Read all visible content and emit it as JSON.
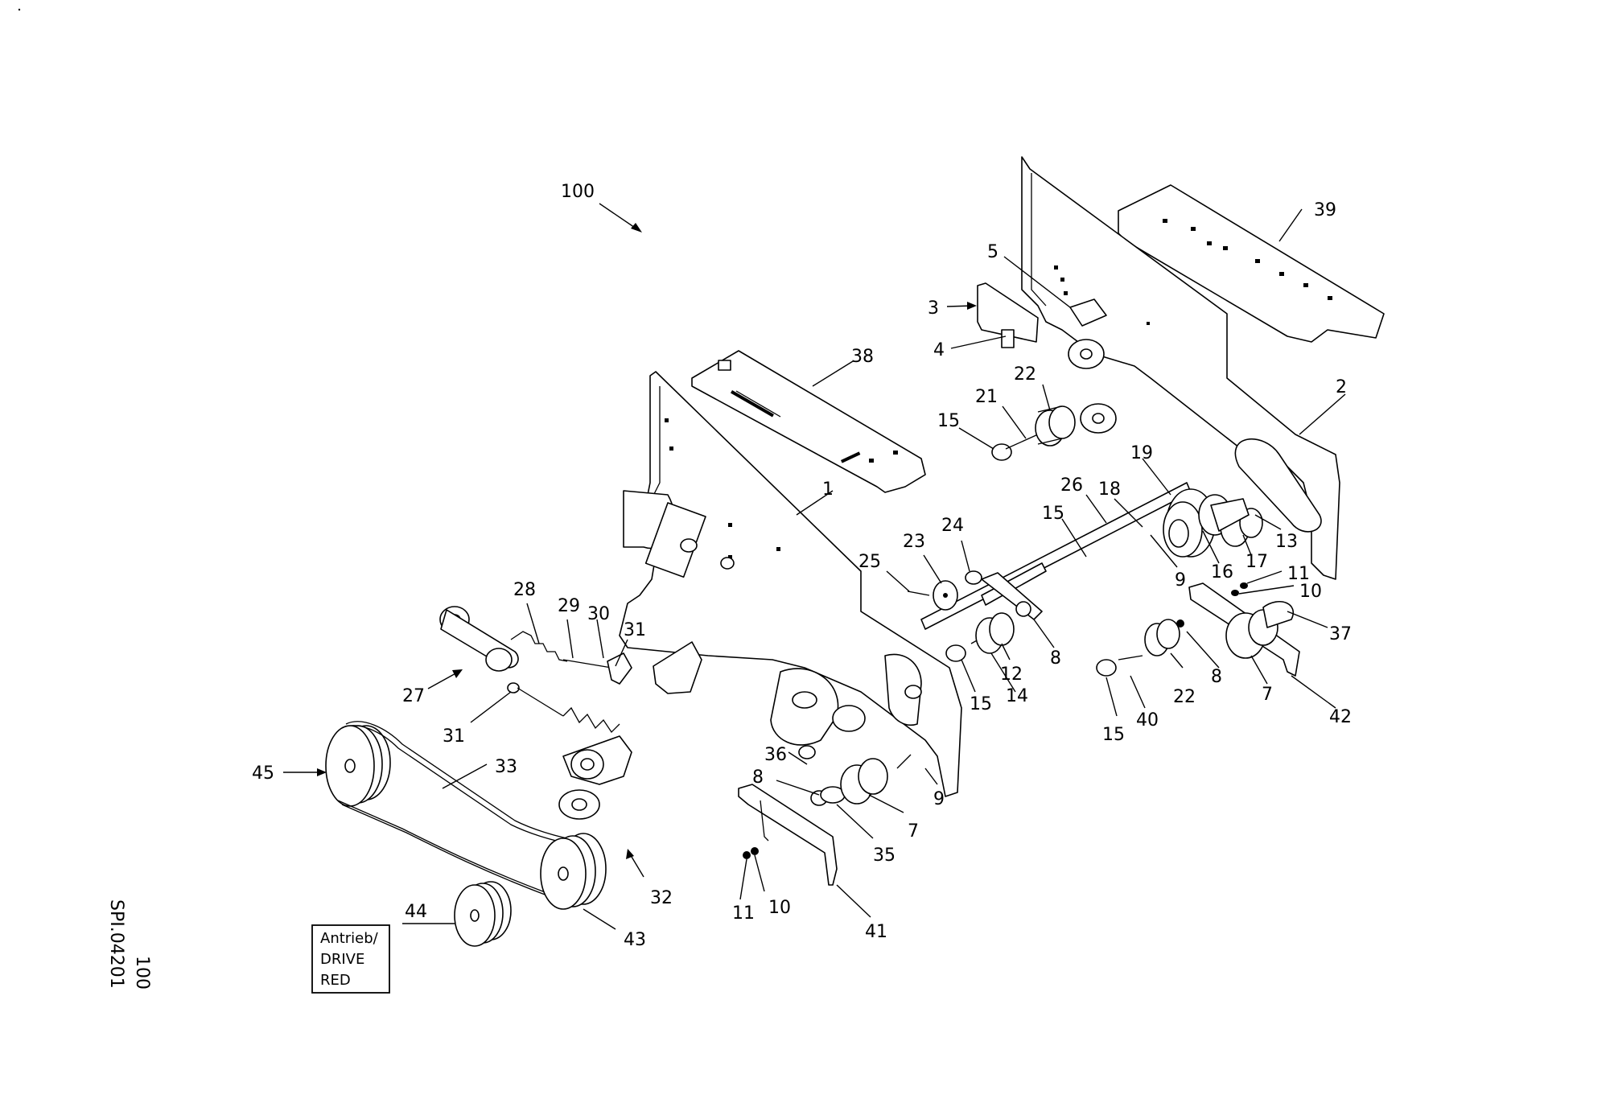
{
  "callouts": [
    {
      "id": "c100",
      "text": "100"
    },
    {
      "id": "c39",
      "text": "39"
    },
    {
      "id": "c5",
      "text": "5"
    },
    {
      "id": "c3",
      "text": "3"
    },
    {
      "id": "c4",
      "text": "4"
    },
    {
      "id": "c38",
      "text": "38"
    },
    {
      "id": "c22a",
      "text": "22"
    },
    {
      "id": "c21",
      "text": "21"
    },
    {
      "id": "c15a",
      "text": "15"
    },
    {
      "id": "c2",
      "text": "2"
    },
    {
      "id": "c19",
      "text": "19"
    },
    {
      "id": "c26",
      "text": "26"
    },
    {
      "id": "c18",
      "text": "18"
    },
    {
      "id": "c15b",
      "text": "15"
    },
    {
      "id": "c13",
      "text": "13"
    },
    {
      "id": "c1",
      "text": "1"
    },
    {
      "id": "c23",
      "text": "23"
    },
    {
      "id": "c24",
      "text": "24"
    },
    {
      "id": "c25",
      "text": "25"
    },
    {
      "id": "c9a",
      "text": "9"
    },
    {
      "id": "c16",
      "text": "16"
    },
    {
      "id": "c17",
      "text": "17"
    },
    {
      "id": "c11a",
      "text": "11"
    },
    {
      "id": "c10a",
      "text": "10"
    },
    {
      "id": "c37",
      "text": "37"
    },
    {
      "id": "c28",
      "text": "28"
    },
    {
      "id": "c29",
      "text": "29"
    },
    {
      "id": "c30",
      "text": "30"
    },
    {
      "id": "c31a",
      "text": "31"
    },
    {
      "id": "c8a",
      "text": "8"
    },
    {
      "id": "c12",
      "text": "12"
    },
    {
      "id": "c15c",
      "text": "15"
    },
    {
      "id": "c14",
      "text": "14"
    },
    {
      "id": "c8b",
      "text": "8"
    },
    {
      "id": "c22b",
      "text": "22"
    },
    {
      "id": "c7a",
      "text": "7"
    },
    {
      "id": "c42",
      "text": "42"
    },
    {
      "id": "c40",
      "text": "40"
    },
    {
      "id": "c15d",
      "text": "15"
    },
    {
      "id": "c27",
      "text": "27"
    },
    {
      "id": "c31b",
      "text": "31"
    },
    {
      "id": "c33",
      "text": "33"
    },
    {
      "id": "c45",
      "text": "45"
    },
    {
      "id": "c36",
      "text": "36"
    },
    {
      "id": "c8c",
      "text": "8"
    },
    {
      "id": "c7b",
      "text": "7"
    },
    {
      "id": "c9b",
      "text": "9"
    },
    {
      "id": "c35",
      "text": "35"
    },
    {
      "id": "c32",
      "text": "32"
    },
    {
      "id": "c44",
      "text": "44"
    },
    {
      "id": "c43",
      "text": "43"
    },
    {
      "id": "c11b",
      "text": "11"
    },
    {
      "id": "c10b",
      "text": "10"
    },
    {
      "id": "c41",
      "text": "41"
    }
  ],
  "legend_box": {
    "line1": "Antrieb/",
    "line2": "DRIVE",
    "line3": "RED"
  },
  "side_label": {
    "code": "SPI.04201",
    "number": "100"
  },
  "colors": {
    "ink": "#000000",
    "paper": "#ffffff"
  }
}
